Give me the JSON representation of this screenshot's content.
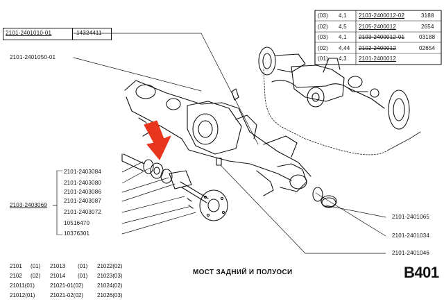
{
  "top_left": {
    "part": "2101-2401010-01",
    "subpart": "14324411"
  },
  "label_semiaxle_housing": "2101-2401050-01",
  "ratio_table": [
    {
      "variant": "(03)",
      "ratio": "4,1",
      "part": "2103-2400012-02",
      "num": "3188",
      "underline": true,
      "strike": false
    },
    {
      "variant": "(02)",
      "ratio": "4,5",
      "part": "2105-2400012",
      "num": "2654",
      "underline": true,
      "strike": false
    },
    {
      "variant": "(03)",
      "ratio": "4,1",
      "part": "2103-2400012-01",
      "num": "03188",
      "underline": true,
      "strike": true
    },
    {
      "variant": "(02)",
      "ratio": "4,44",
      "part": "2102-2400012",
      "num": "02654",
      "underline": true,
      "strike": true
    },
    {
      "variant": "(01)",
      "ratio": "4,3",
      "part": "2101-2400012",
      "num": "",
      "underline": true,
      "strike": false
    }
  ],
  "left_group": {
    "bracket_label": "2103-2403069",
    "items": [
      "2101-2403084",
      "2101-2403080",
      "2101-2403086",
      "2101-2403087",
      "2101-2403072",
      "10516470",
      "10376301"
    ]
  },
  "right_labels": [
    "2101-2401065",
    "2101-2401034",
    "2101-2401046"
  ],
  "title": "МОСТ ЗАДНИЙ И ПОЛУОСИ",
  "page_code": "В401",
  "model_refs": [
    [
      "2101",
      "(01)",
      "21013",
      "(01)",
      "21022(02)"
    ],
    [
      "2102",
      "(02)",
      "21014",
      "(01)",
      "21023(03)"
    ],
    [
      "21011(01)",
      "",
      "21021-01(02)",
      "",
      "21024(02)"
    ],
    [
      "21012(01)",
      "",
      "21021-02(02)",
      "",
      "21026(03)"
    ]
  ],
  "colors": {
    "line": "#111111",
    "arrow": "#e8361e"
  }
}
